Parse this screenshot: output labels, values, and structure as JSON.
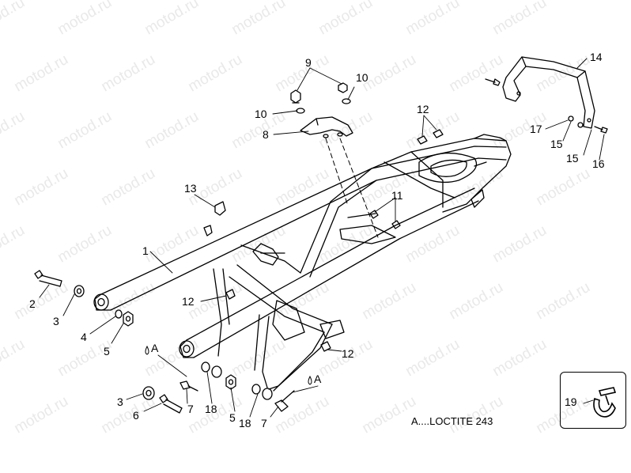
{
  "watermark": "motod.ru",
  "labels": {
    "l1": "1",
    "l2": "2",
    "l3a": "3",
    "l3b": "3",
    "l4": "4",
    "l5a": "5",
    "l5b": "5",
    "l6": "6",
    "l7a": "7",
    "l7b": "7",
    "l8": "8",
    "l9": "9",
    "l10a": "10",
    "l10b": "10",
    "l11": "11",
    "l12a": "12",
    "l12b": "12",
    "l12c": "12",
    "l13": "13",
    "l14": "14",
    "l15a": "15",
    "l15b": "15",
    "l16": "16",
    "l17": "17",
    "l18a": "18",
    "l18b": "18",
    "l19": "19"
  },
  "loctite_marks": {
    "a1": "A",
    "a2": "A"
  },
  "note": "A....LOCTITE 243"
}
